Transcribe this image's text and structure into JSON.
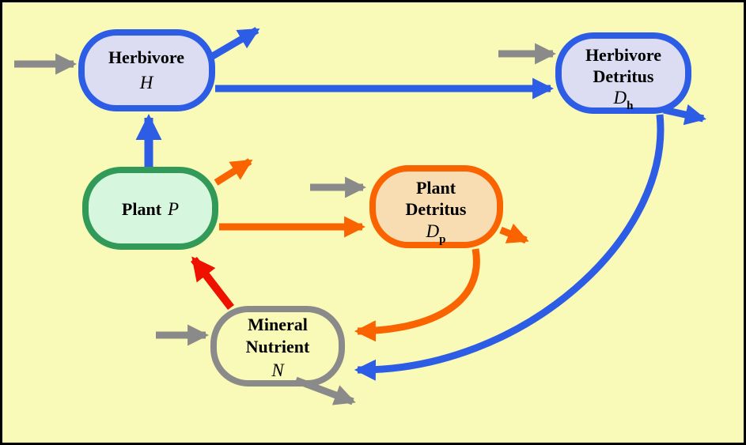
{
  "diagram": {
    "background_color": "#FAFAB8",
    "frame_color": "#000000",
    "colors": {
      "blue": "#2D5CE5",
      "orange": "#FA6400",
      "gray": "#8A8A8A",
      "red": "#EE1100",
      "green": "#319A58",
      "text": "#000000"
    },
    "nodes": [
      {
        "id": "herbivore",
        "line1": "Herbivore",
        "symbol": "H",
        "fill": "#DCDCF2",
        "border": "#2D5CE5"
      },
      {
        "id": "herbivore-detritus",
        "line1": "Herbivore",
        "line2": "Detritus",
        "symbol": "D",
        "subscript": "h",
        "fill": "#DCDCF2",
        "border": "#2D5CE5"
      },
      {
        "id": "plant",
        "line1": "Plant",
        "symbol": "P",
        "fill": "#D6F6DE",
        "border": "#319A58"
      },
      {
        "id": "plant-detritus",
        "line1": "Plant",
        "line2": "Detritus",
        "symbol": "D",
        "subscript": "p",
        "fill": "#F8DCB2",
        "border": "#FA6400"
      },
      {
        "id": "mineral-nutrient",
        "line1": "Mineral",
        "line2": "Nutrient",
        "symbol": "N",
        "fill": "none",
        "border": "#8A8A8A"
      }
    ],
    "flows": [
      {
        "from": "external",
        "to": "herbivore",
        "color": "gray"
      },
      {
        "from": "external",
        "to": "herbivore-detritus",
        "color": "gray"
      },
      {
        "from": "external",
        "to": "plant-detritus",
        "color": "gray"
      },
      {
        "from": "external",
        "to": "mineral-nutrient",
        "color": "gray"
      },
      {
        "from": "mineral-nutrient",
        "to": "external",
        "color": "gray"
      },
      {
        "from": "plant",
        "to": "herbivore",
        "color": "blue"
      },
      {
        "from": "herbivore",
        "to": "external",
        "color": "blue"
      },
      {
        "from": "herbivore",
        "to": "herbivore-detritus",
        "color": "blue"
      },
      {
        "from": "herbivore-detritus",
        "to": "external",
        "color": "blue"
      },
      {
        "from": "herbivore-detritus",
        "to": "mineral-nutrient",
        "color": "blue"
      },
      {
        "from": "plant",
        "to": "external",
        "color": "orange"
      },
      {
        "from": "plant",
        "to": "plant-detritus",
        "color": "orange"
      },
      {
        "from": "plant-detritus",
        "to": "external",
        "color": "orange"
      },
      {
        "from": "plant-detritus",
        "to": "mineral-nutrient",
        "color": "orange"
      },
      {
        "from": "mineral-nutrient",
        "to": "plant",
        "color": "red"
      }
    ]
  }
}
